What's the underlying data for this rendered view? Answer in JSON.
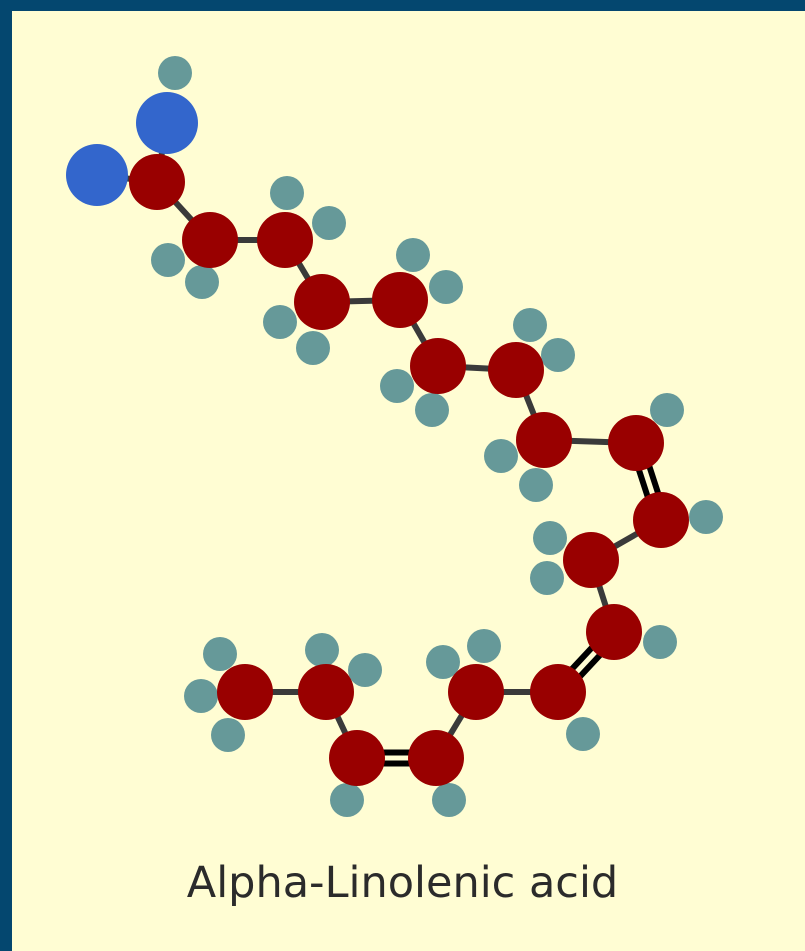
{
  "molecule": {
    "name": "Alpha-Linolenic acid",
    "colors": {
      "background": "#fffdd3",
      "border": "#04476f",
      "carbon": "#990000",
      "oxygen": "#3366cc",
      "hydrogen": "#669999",
      "bond_single": "#3a3a3a",
      "bond_double": "#000000"
    },
    "atom_legend": {
      "carbon": "C",
      "oxygen": "O",
      "hydrogen": "H"
    }
  }
}
